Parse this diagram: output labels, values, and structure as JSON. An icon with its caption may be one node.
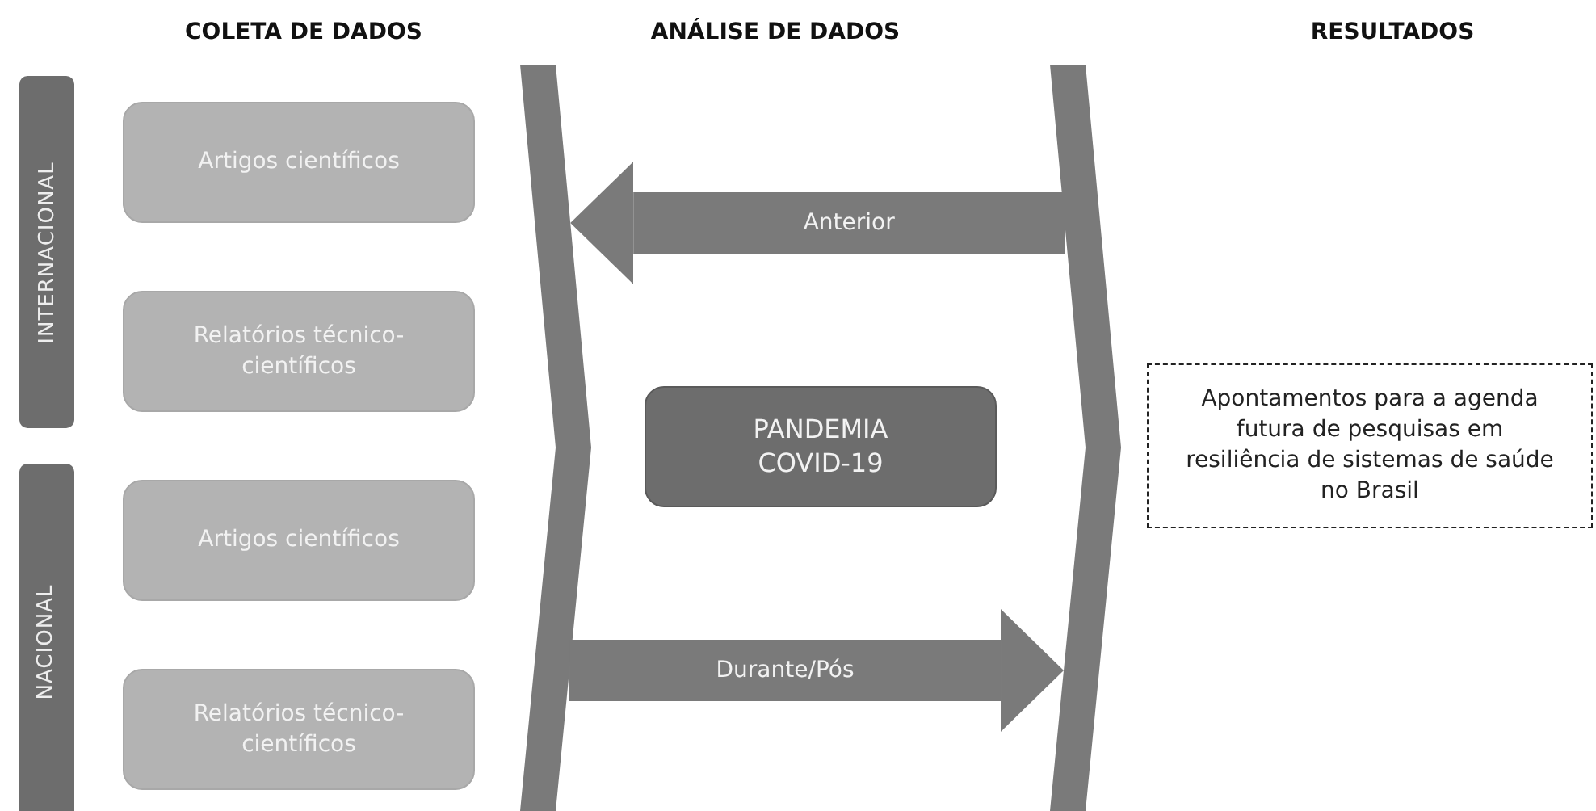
{
  "diagram": {
    "nodes": [
      {
        "text": [
          "INTERNACIONAL"
        ]
      },
      {
        "text": [
          "Artigos científicos"
        ]
      },
      {
        "text": [
          "Relatórios técnico-científicos"
        ]
      },
      {
        "text": [
          "NACIONAL"
        ]
      },
      {
        "text": [
          "Artigos científicos"
        ]
      },
      {
        "text": [
          "Relatórios técnico-científicos"
        ]
      },
      {
        "text": [
          "PANDEMIA COVID-19"
        ]
      },
      {
        "text": [
          "Apontamentos para a agenda futura de pesquisas em resiliência de sistemas de saúde no Brasil"
        ]
      },
      {
        "text": [],
        "shape": "chevron"
      },
      {
        "text": [],
        "shape": "chevron"
      }
    ],
    "edges": [
      {
        "from": 9,
        "to": 8,
        "arrow": "to",
        "label": "Anterior"
      },
      {
        "from": 8,
        "to": 9,
        "arrow": "to",
        "label": "Durante/Pós"
      }
    ],
    "labels": [
      "COLETA DE DADOS",
      "ANÁLISE DE DADOS",
      "RESULTADOS"
    ]
  }
}
